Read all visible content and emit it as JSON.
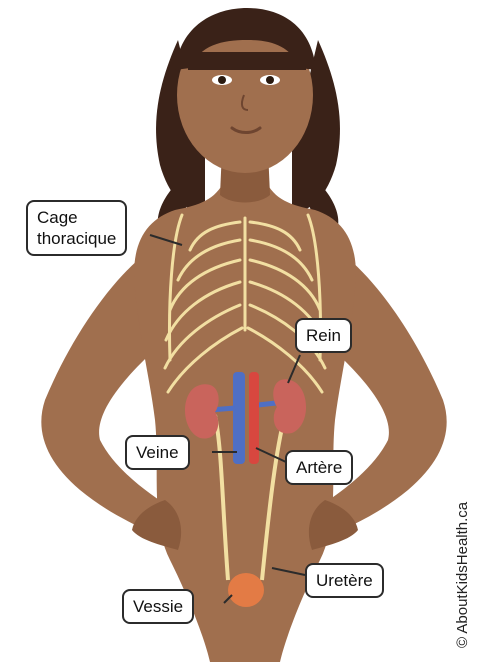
{
  "labels": {
    "cage": "Cage\nthoracique",
    "rein": "Rein",
    "veine": "Veine",
    "artere": "Artère",
    "uretere": "Uretère",
    "vessie": "Vessie"
  },
  "credit": "© AboutKidsHealth.ca",
  "colors": {
    "skin": "#a06f4e",
    "skin_shadow": "#8a5b3d",
    "hair": "#3a2218",
    "ribs": "#f2dfa2",
    "kidney": "#c9645c",
    "vein": "#4f6fc4",
    "artery": "#d8473f",
    "bladder": "#e37b45"
  }
}
